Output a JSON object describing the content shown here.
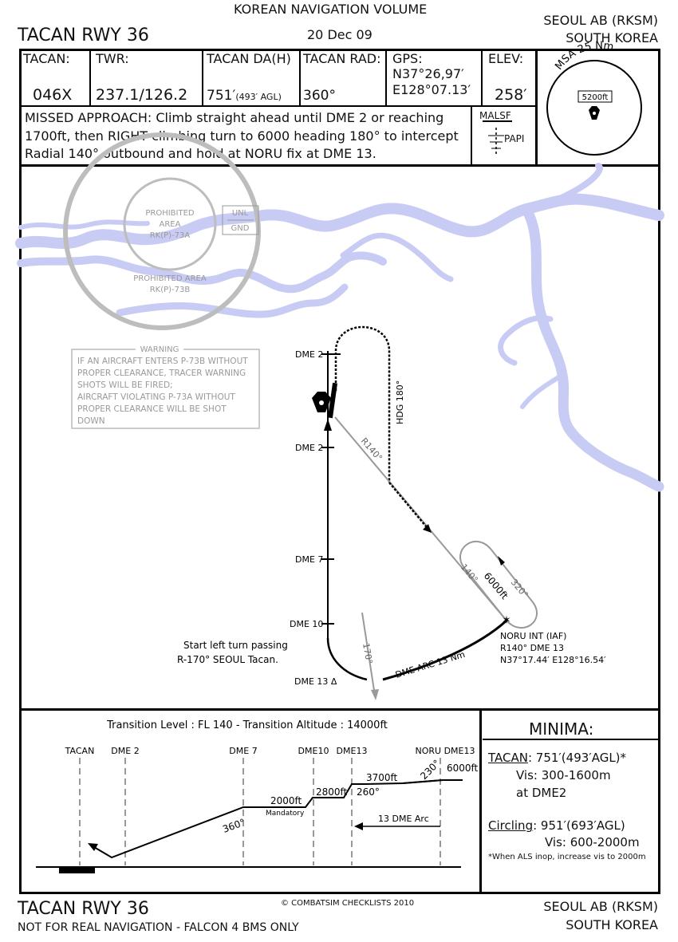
{
  "header": {
    "volume": "KOREAN NAVIGATION VOLUME",
    "procedure": "TACAN RWY 36",
    "date": "20 Dec 09",
    "airport": "SEOUL AB (RKSM)",
    "country": "SOUTH KOREA"
  },
  "info": {
    "tacan_label": "TACAN:",
    "tacan_value": "046X",
    "twr_label": "TWR:",
    "twr_value": "237.1/126.2",
    "da_label": "TACAN DA(H)",
    "da_value": "751′",
    "da_agl": "(493′ AGL)",
    "rad_label": "TACAN RAD:",
    "rad_value": "360°",
    "gps_label": "GPS:",
    "gps_lat": "N37°26,97′",
    "gps_lon": "E128°07.13′",
    "elev_label": "ELEV:",
    "elev_value": "258′",
    "msa_label": "MSA 25 Nm",
    "msa_value": "5200ft"
  },
  "missed_approach": {
    "line1": "MISSED APPROACH: Climb straight ahead until DME 2 or reaching",
    "line2": "1700ft, then RIGHT climbing turn to 6000 heading 180° to intercept",
    "line3": "Radial 140° outbound and hold at NORU fix at DME 13."
  },
  "lighting": {
    "approach": "MALSF",
    "papi": "PAPI"
  },
  "map": {
    "prohibited_a_1": "PROHIBITED",
    "prohibited_a_2": "AREA",
    "prohibited_a_3": "RK(P)-73A",
    "unl": "UNL",
    "gnd": "GND",
    "prohibited_b_1": "PROHIBITED AREA",
    "prohibited_b_2": "RK(P)-73B",
    "warning_title": "WARNING",
    "warning_1": "IF AN AIRCRAFT ENTERS P-73B WITHOUT",
    "warning_2": "PROPER CLEARANCE, TRACER WARNING",
    "warning_3": "SHOTS WILL BE FIRED;",
    "warning_4": "AIRCRAFT VIOLATING P-73A WITHOUT",
    "warning_5": "PROPER CLEARANCE WILL BE SHOT",
    "warning_6": "DOWN",
    "dme2_top": "DME 2",
    "dme2": "DME 2",
    "dme7": "DME 7",
    "dme10": "DME 10",
    "dme13": "DME 13 Δ",
    "hdg": "HDG 180°",
    "r140": "R140°",
    "hold_in": "140°",
    "hold_alt": "6000ft",
    "hold_out": "320°",
    "r170": "170°",
    "arc": "DME ARC 13 Nm",
    "noru_1": "NORU INT (IAF)",
    "noru_2": "R140° DME 13",
    "noru_3": "N37°17.44′ E128°16.54′",
    "turn_1": "Start left turn passing",
    "turn_2": "R-170° SEOUL Tacan."
  },
  "profile": {
    "transition": "Transition Level : FL 140  -  Transition Altitude : 14000ft",
    "fix_tacan": "TACAN",
    "fix_dme2": "DME 2",
    "fix_dme7": "DME 7",
    "fix_dme10": "DME10",
    "fix_dme13": "DME13",
    "fix_noru": "NORU DME13",
    "alt_2000": "2000ft",
    "mandatory": "Mandatory",
    "alt_2800": "2800ft",
    "alt_3700": "3700ft",
    "alt_6000": "6000ft",
    "crs_360": "360°",
    "crs_260": "260°",
    "crs_230": "230°",
    "arc_label": "13 DME Arc"
  },
  "minima": {
    "title": "MINIMA:",
    "tacan_label": "TACAN",
    "tacan_value": ": 751′(493′AGL)*",
    "tacan_vis": "Vis: 300-1600m",
    "tacan_at": "at DME2",
    "circ_label": "Circling",
    "circ_value": ": 951′(693′AGL)",
    "circ_vis": "Vis: 600-2000m",
    "note": "*When ALS inop, increase vis to 2000m"
  },
  "footer": {
    "procedure": "TACAN RWY 36",
    "copyright": "© COMBATSIM CHECKLISTS 2010",
    "disclaimer": "NOT FOR REAL NAVIGATION - FALCON 4 BMS ONLY",
    "airport": "SEOUL AB (RKSM)",
    "country": "SOUTH KOREA"
  },
  "colors": {
    "river": "#c8ccf4",
    "restricted": "#bdbdbd",
    "warning_text": "#999999"
  }
}
